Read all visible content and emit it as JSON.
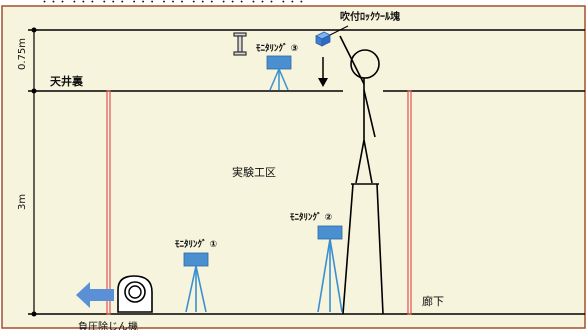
{
  "top_caption": "・・・ ・・・ ・・・ ・・・ ・・・ ・・・ ・・・ ・・・ ・・・",
  "labels": {
    "dim_top": "0.75m",
    "dim_main": "3m",
    "ceiling": "天井裏",
    "zone": "実験工区",
    "corridor": "廊下",
    "block": "吹付ﾛｯｸｳｰﾙ塊",
    "blower": "負圧除じん機"
  },
  "monitors": [
    {
      "label": "ﾓﾆﾀﾘﾝｸﾞ ①"
    },
    {
      "label": "ﾓﾆﾀﾘﾝｸﾞ ②"
    },
    {
      "label": "ﾓﾆﾀﾘﾝｸﾞ ③"
    }
  ],
  "colors": {
    "background": "#f6f4dc",
    "border": "#a0522d",
    "pillar": "#e05050",
    "tripod": "#3b8fd1",
    "camera": "#4a90d0",
    "block": "#4a8ad8",
    "arrow": "#5b8fd6"
  }
}
